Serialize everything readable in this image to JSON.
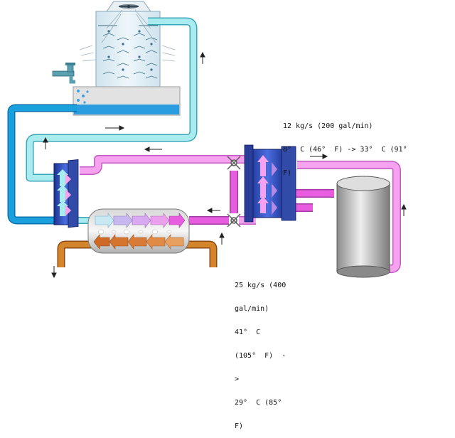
{
  "labels": {
    "top": {
      "line1": "12 kg/s (200 gal/min)",
      "line2": "8°  C (46°  F) -> 33°  C (91°",
      "line3": "F)"
    },
    "bottom": {
      "line1": "25 kg/s (400",
      "line2": "gal/min)",
      "line3": "41°  C",
      "line4": "(105°  F)  -",
      "line5": ">",
      "line6": "29°  C (85°",
      "line7": "F)"
    }
  },
  "colors": {
    "cooling_water_light": "#a8ecef",
    "cooling_water_outline": "#3aa6b8",
    "cooling_water_dark": "#1aa0dc",
    "refrigerant": "#f6a2ef",
    "refrigerant_outline": "#c05cc0",
    "refrigerant_bright": "#e85ce0",
    "hot_water": "#d4842a",
    "hot_water_outline": "#8a4a10",
    "heat_exchanger": "#2848b0",
    "vessel": "#b8b8b8",
    "tower_fill": "#dcecf4",
    "basin_water": "#2a9ce0"
  },
  "icons": [
    "fan-icon",
    "faucet-icon",
    "expansion-valve-icon",
    "flow-arrow-icon"
  ]
}
